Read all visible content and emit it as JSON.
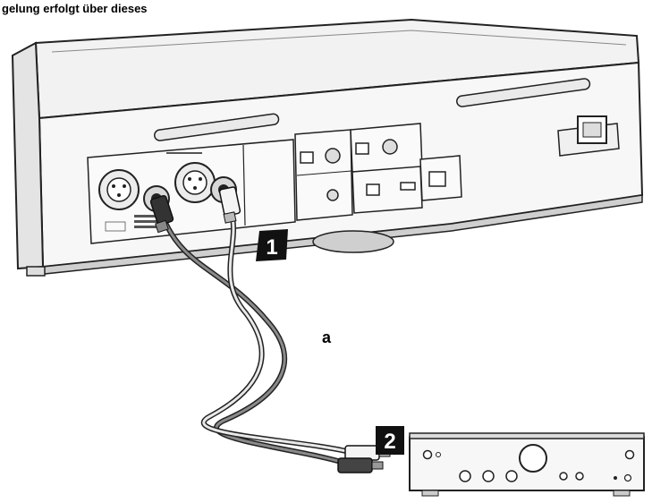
{
  "caption": "gelung erfolgt über dieses",
  "step_badges": [
    "1",
    "2"
  ],
  "cable_label": "a"
}
